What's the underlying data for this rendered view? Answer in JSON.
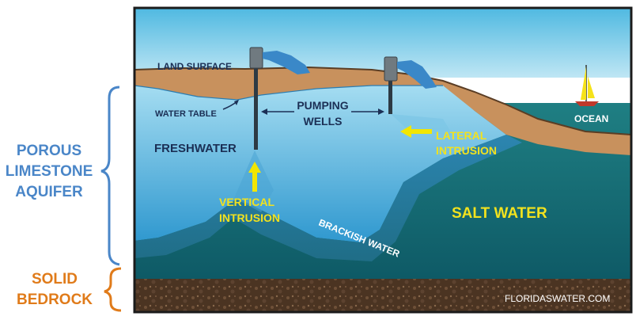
{
  "side_labels": {
    "aquifer": [
      "POROUS",
      "LIMESTONE",
      "AQUIFER"
    ],
    "bedrock": [
      "SOLID",
      "BEDROCK"
    ]
  },
  "diagram": {
    "land_surface": "LAND SURFACE",
    "water_table": "WATER TABLE",
    "pumping": "PUMPING",
    "wells": "WELLS",
    "freshwater": "FRESHWATER",
    "lateral": "LATERAL",
    "intrusion_lateral": "INTRUSION",
    "vertical": "VERTICAL",
    "intrusion_vertical": "INTRUSION",
    "brackish_water": "BRACKISH WATER",
    "salt_water": "SALT WATER",
    "ocean": "OCEAN",
    "credit": "FLORIDASWATER.COM"
  },
  "colors": {
    "aquifer_label": "#4a86c8",
    "bedrock_label": "#e07b1a",
    "arrow_yellow": "#f2e600",
    "label_yellow": "#f2e21e"
  }
}
